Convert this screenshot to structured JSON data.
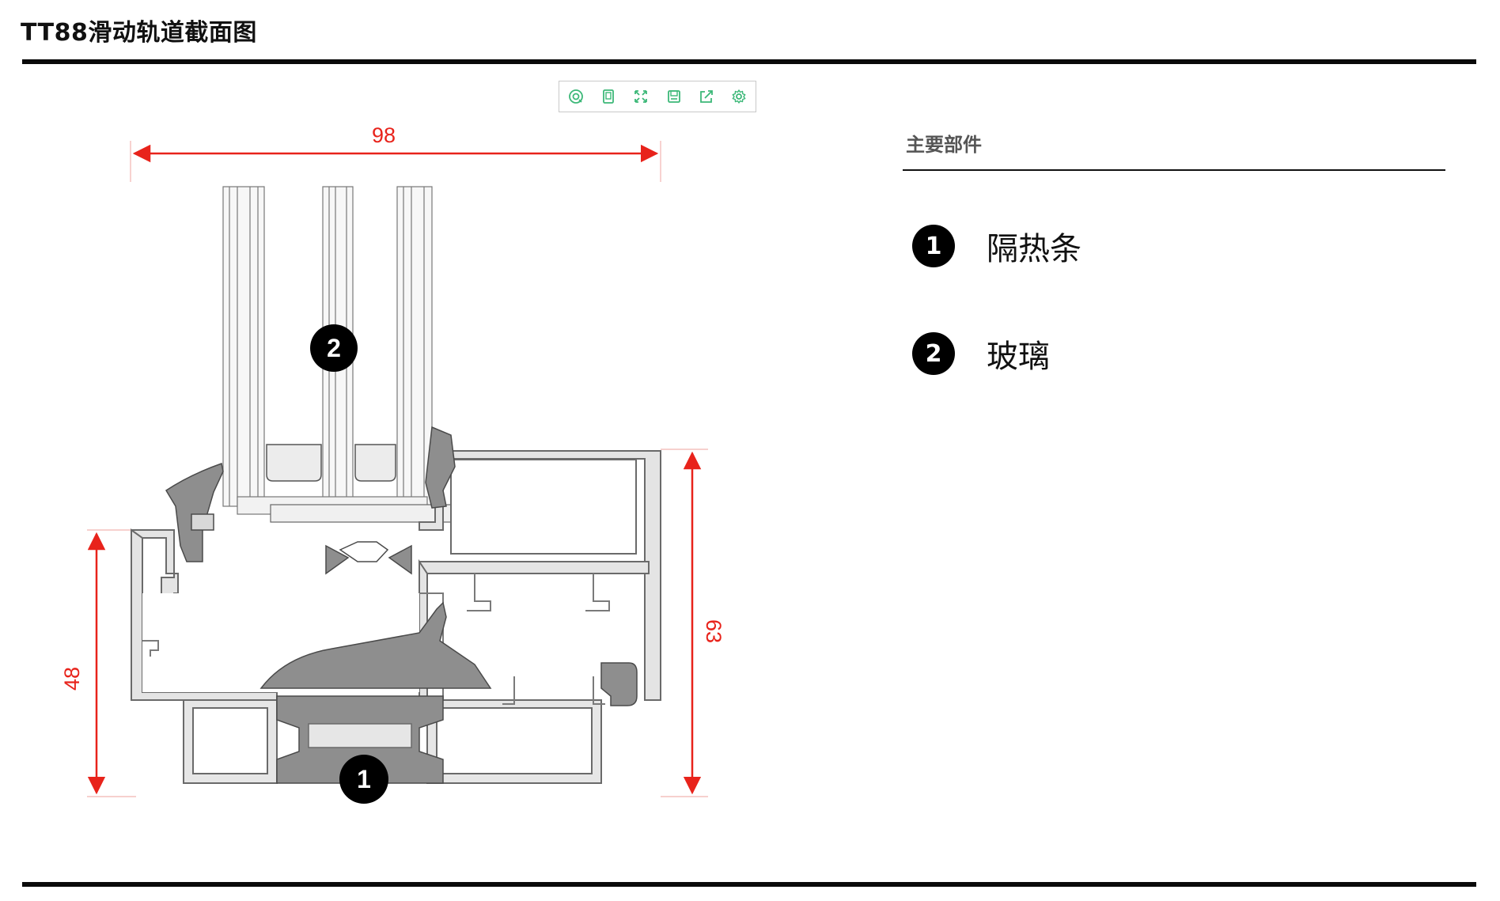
{
  "page": {
    "title": "TT88滑动轨道截面图"
  },
  "toolbar": {
    "buttons": [
      {
        "icon": "target-icon"
      },
      {
        "icon": "tablet-icon"
      },
      {
        "icon": "expand-icon"
      },
      {
        "icon": "save-icon"
      },
      {
        "icon": "share-icon"
      },
      {
        "icon": "gear-icon"
      }
    ],
    "color": "#3cb878"
  },
  "drawing": {
    "dimensions": {
      "width": "98",
      "left_height": "48",
      "right_height": "63"
    },
    "callouts": {
      "glass": "2",
      "thermal_break": "1"
    },
    "dimension_color": "#e8231b"
  },
  "components": {
    "title": "主要部件",
    "items": [
      {
        "number": "1",
        "label": "隔热条"
      },
      {
        "number": "2",
        "label": "玻璃"
      }
    ]
  }
}
